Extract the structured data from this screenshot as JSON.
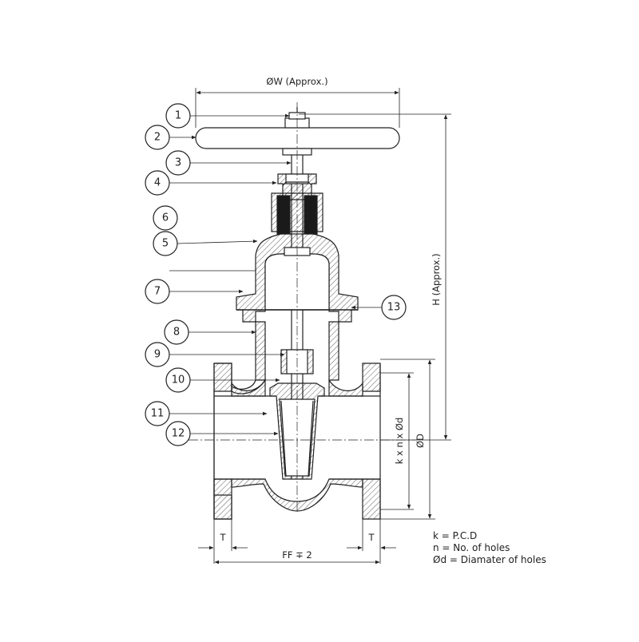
{
  "dimensions": {
    "top_width": "ØW (Approx.)",
    "height": "H (Approx.)",
    "pcd_holes": "k x n x Ød",
    "flange_dia": "ØD",
    "face_to_face": "FF ∓ 2",
    "thickness_left": "T",
    "thickness_right": "T"
  },
  "balloons": [
    "1",
    "2",
    "3",
    "4",
    "5",
    "6",
    "7",
    "8",
    "9",
    "10",
    "11",
    "12",
    "13"
  ],
  "legend": [
    "k = P.C.D",
    "n = No. of holes",
    "Ød = Diamater of holes"
  ],
  "colors": {
    "line": "#222222",
    "packing": "#1a1a1a",
    "background": "#ffffff"
  }
}
